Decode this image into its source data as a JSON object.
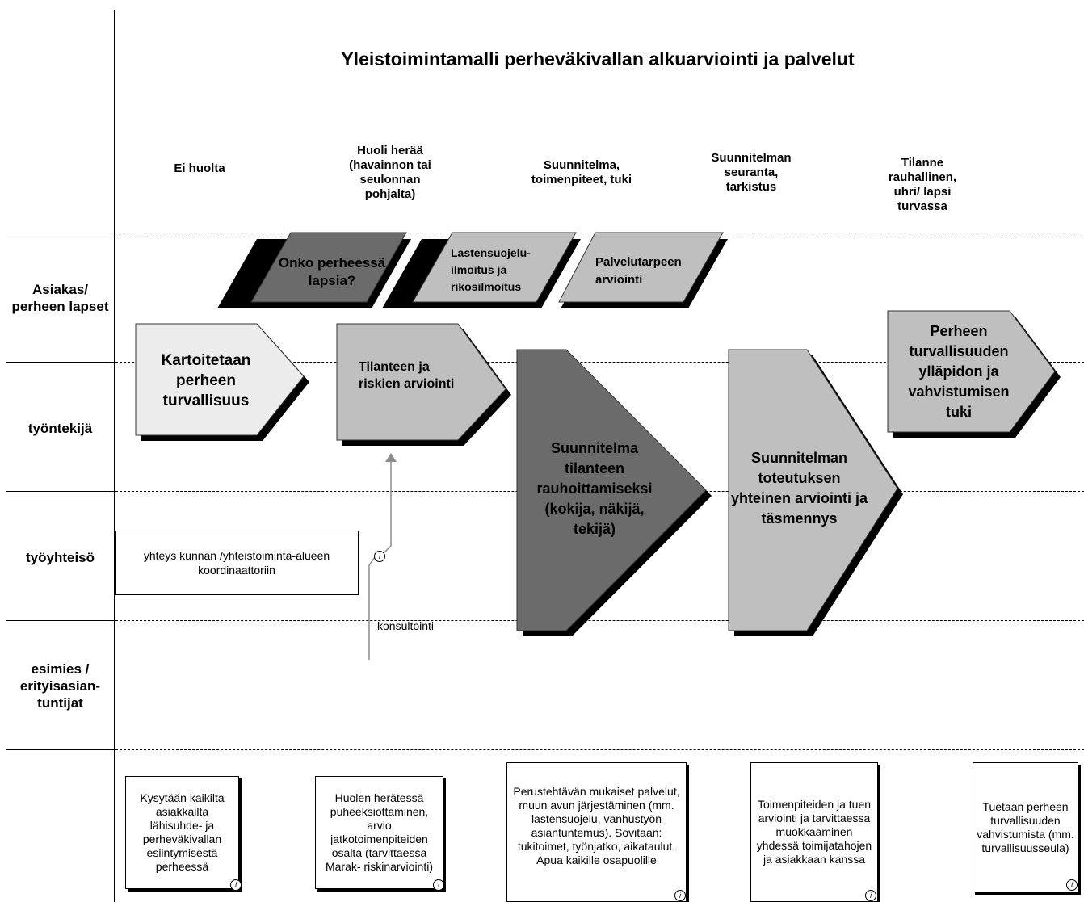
{
  "title": "Yleistoimintamalli perheväkivallan alkuarviointi ja palvelut",
  "phases": [
    "Ei huolta",
    "Huoli herää (havainnon tai seulonnan pohjalta)",
    "Suunnitelma, toimenpiteet, tuki",
    "Suunnitelman seuranta, tarkistus",
    "Tilanne rauhallinen, uhri/ lapsi turvassa"
  ],
  "lanes": [
    "Asiakas/ perheen lapset",
    "työntekijä",
    "työyhteisö",
    "esimies / erityisasian-tuntijat"
  ],
  "parallelograms": [
    "Onko perheessä lapsia?",
    "Lastensuojelu-ilmoitus ja rikosilmoitus",
    "Palvelutarpeen arviointi"
  ],
  "pentagons": [
    "Kartoitetaan perheen turvallisuus",
    "Tilanteen ja riskien arviointi",
    "Suunnitelma tilanteen rauhoittamiseksi (kokija, näkijä, tekijä)",
    "Suunnitelman toteutuksen yhteinen arviointi ja täsmennys",
    "Perheen turvallisuuden ylläpidon ja vahvistumisen tuki"
  ],
  "coordinator_box": "yhteys kunnan /yhteistoiminta-alueen koordinaattoriin",
  "consultation_label": "konsultointi",
  "notes": [
    "Kysytään kaikilta asiakkailta lähisuhde- ja perheväkivallan esiintymisestä perheessä",
    "Huolen herätessä puheeksiottaminen, arvio jatkotoimenpiteiden osalta (tarvittaessa Marak- riskinarviointi)",
    "Perustehtävän mukaiset palvelut, muun avun järjestäminen (mm. lastensuojelu, vanhustyön asiantuntemus). Sovitaan: tukitoimet, työnjatko, aikataulut. Apua kaikille osapuolille",
    "Toimenpiteiden ja tuen arviointi ja tarvittaessa muokkaaminen yhdessä toimijatahojen ja asiakkaan kanssa",
    "Tuetaan perheen turvallisuuden vahvistumista (mm. turvallisuusseula)"
  ],
  "info_icon": "info-icon",
  "colors": {
    "dark": "#6b6b6b",
    "mid": "#bfbfbf",
    "light": "#ececec",
    "shadow": "#000000"
  }
}
